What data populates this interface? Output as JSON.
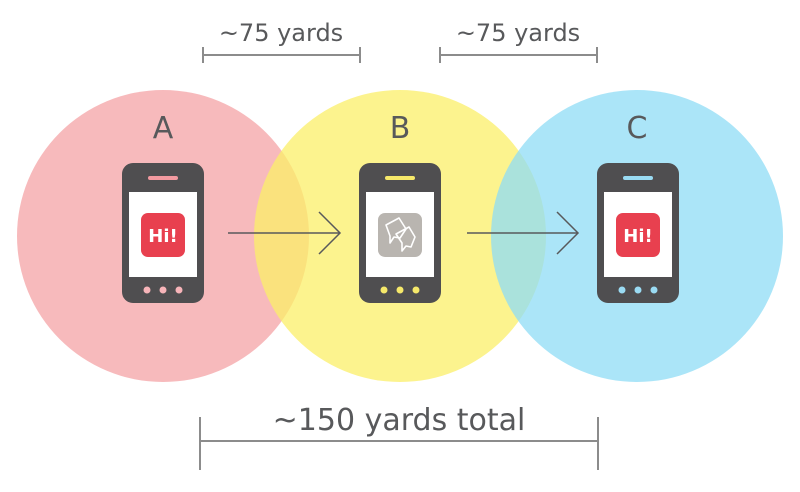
{
  "distances": {
    "ab": "~75 yards",
    "bc": "~75 yards",
    "total": "~150 yards total"
  },
  "nodes": [
    {
      "label": "A",
      "range_color": "#f4a3a6",
      "accent": "#f39aa0",
      "dot_color": "#f7b4b9",
      "screen": "message",
      "message_text": "Hi!"
    },
    {
      "label": "B",
      "range_color": "#fbef68",
      "accent": "#f5e86a",
      "dot_color": "#f5e86a",
      "screen": "relay"
    },
    {
      "label": "C",
      "range_color": "#8fdcf6",
      "accent": "#9adbf3",
      "dot_color": "#9adbf3",
      "screen": "message",
      "message_text": "Hi!"
    }
  ],
  "colors": {
    "phone_body": "#4f4e50",
    "text": "#58595b",
    "measure_line": "#8c8c8c",
    "message_bg": "#e8404f",
    "relay_bg": "#b9b5b0"
  },
  "icons": {
    "message": "hi-message-app-icon",
    "relay": "chat-bubbles-icon",
    "hop": "arrow-right-icon"
  }
}
